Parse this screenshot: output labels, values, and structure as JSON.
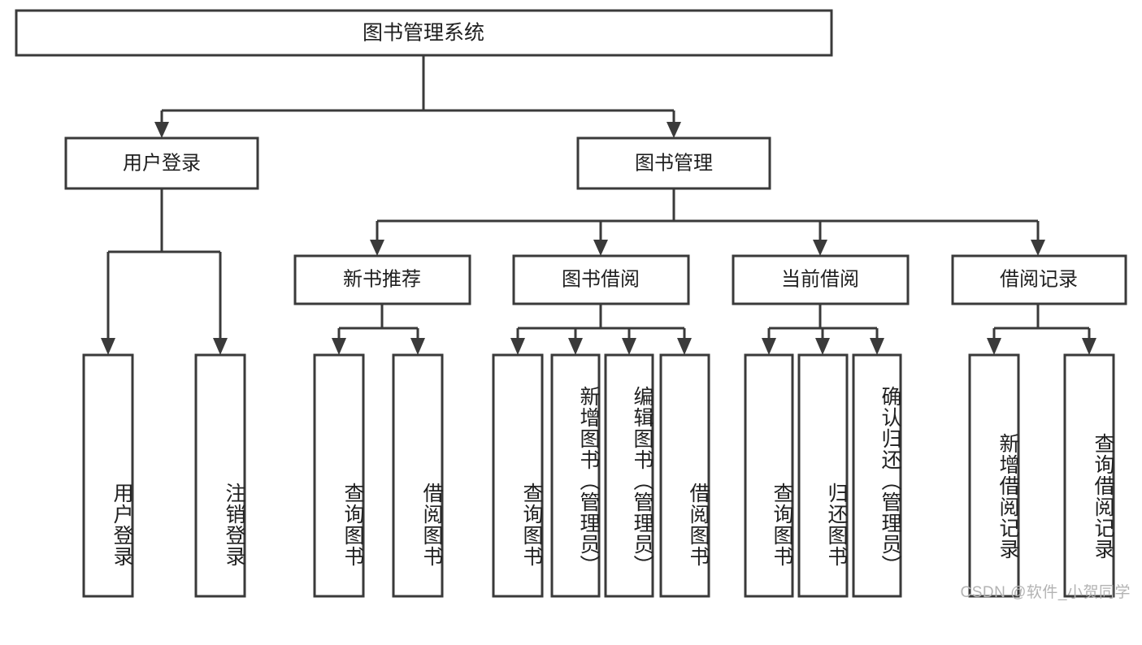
{
  "diagram": {
    "title": "图书管理系统",
    "type": "tree-hierarchy",
    "root": {
      "label": "图书管理系统"
    },
    "level2": [
      {
        "id": "user-login",
        "label": "用户登录"
      },
      {
        "id": "book-management",
        "label": "图书管理"
      }
    ],
    "level3": [
      {
        "id": "new-book-recommend",
        "label": "新书推荐"
      },
      {
        "id": "book-borrow",
        "label": "图书借阅"
      },
      {
        "id": "current-borrow",
        "label": "当前借阅"
      },
      {
        "id": "borrow-record",
        "label": "借阅记录"
      }
    ],
    "leaves": [
      {
        "id": "leaf-user-login",
        "parent": "user-login",
        "label": "用户登录"
      },
      {
        "id": "leaf-logout",
        "parent": "user-login",
        "label": "注销登录"
      },
      {
        "id": "leaf-query-book-1",
        "parent": "new-book-recommend",
        "label": "查询图书"
      },
      {
        "id": "leaf-borrow-book-1",
        "parent": "new-book-recommend",
        "label": "借阅图书"
      },
      {
        "id": "leaf-query-book-2",
        "parent": "book-borrow",
        "label": "查询图书"
      },
      {
        "id": "leaf-add-book",
        "parent": "book-borrow",
        "label": "新增图书（管理员）"
      },
      {
        "id": "leaf-edit-book",
        "parent": "book-borrow",
        "label": "编辑图书（管理员）"
      },
      {
        "id": "leaf-borrow-book-2",
        "parent": "book-borrow",
        "label": "借阅图书"
      },
      {
        "id": "leaf-query-book-3",
        "parent": "current-borrow",
        "label": "查询图书"
      },
      {
        "id": "leaf-return-book",
        "parent": "current-borrow",
        "label": "归还图书"
      },
      {
        "id": "leaf-confirm-return",
        "parent": "current-borrow",
        "label": "确认归还（管理员）"
      },
      {
        "id": "leaf-add-record",
        "parent": "borrow-record",
        "label": "新增借阅记录"
      },
      {
        "id": "leaf-query-record",
        "parent": "borrow-record",
        "label": "查询借阅记录"
      }
    ]
  },
  "watermark": {
    "text": "CSDN @软件_小贺同学"
  },
  "colors": {
    "stroke": "#3a3a3a",
    "background": "#ffffff",
    "text": "#202020",
    "watermark": "#b3b3b3"
  }
}
